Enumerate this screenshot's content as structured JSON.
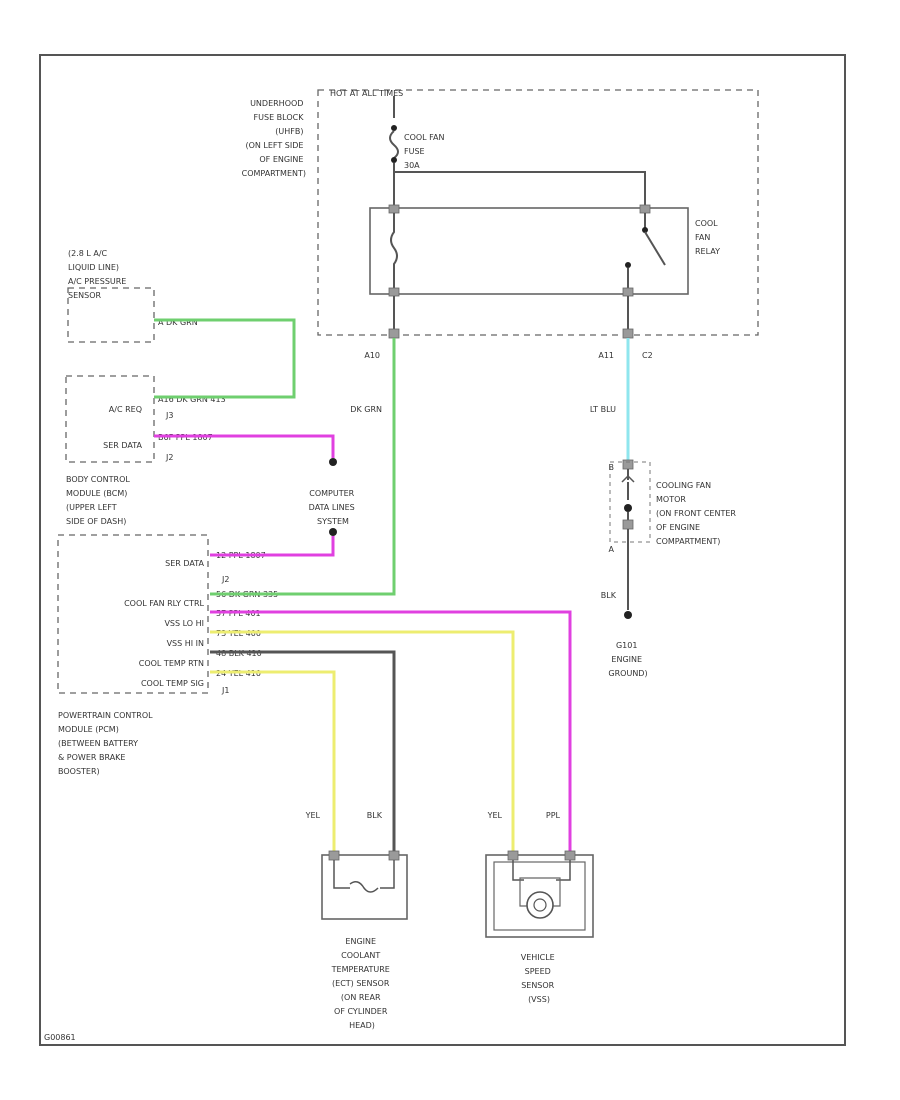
{
  "colors": {
    "green": "#6fcf6f",
    "pink": "#e040e0",
    "yellow": "#eded70",
    "light_blue": "#8fe6ee",
    "gray": "#555555",
    "border": "#555555"
  },
  "fuse_block": {
    "header": "HOT AT ALL TIMES",
    "name": [
      "UNDERHOOD",
      "FUSE BLOCK",
      "(UHFB)",
      "(ON LEFT SIDE",
      "OF ENGINE",
      "COMPARTMENT)"
    ],
    "fuse": [
      "COOL FAN",
      "FUSE",
      "30A"
    ]
  },
  "relay": {
    "name": [
      "COOL",
      "FAN",
      "RELAY"
    ],
    "pin_left": "A10",
    "pin_right": "A11",
    "pin_c": "C2"
  },
  "ac_sensor": {
    "name": [
      "(2.8 L A/C",
      "LIQUID LINE)",
      "A/C PRESSURE",
      "SENSOR"
    ],
    "wire": "A  DK GRN"
  },
  "bcm": {
    "rows": [
      {
        "label": "A/C REQ",
        "wire": "A16  DK GRN  413",
        "conn": "J3"
      },
      {
        "label": "SER DATA",
        "wire": "B6F  PPL  1807",
        "conn": "J2"
      }
    ],
    "name": [
      "BODY CONTROL",
      "MODULE (BCM)",
      "(UPPER LEFT",
      "SIDE OF DASH)"
    ]
  },
  "data_lines": [
    "COMPUTER",
    "DATA LINES",
    "SYSTEM"
  ],
  "pcm": {
    "rows": [
      {
        "label": "SER DATA",
        "wire": "12  PPL  1807"
      },
      {
        "label": "COOL FAN RLY CTRL",
        "wire": "56  DK GRN  335"
      },
      {
        "label": "VSS LO HI",
        "wire": "57  PPL  401"
      },
      {
        "label": "VSS HI IN",
        "wire": "73  YEL  400"
      },
      {
        "label": "COOL TEMP RTN",
        "wire": "48  BLK  410"
      },
      {
        "label": "COOL TEMP SIG",
        "wire": "24  YEL  410"
      }
    ],
    "conn_top": "J2",
    "conn_bottom": "J1",
    "name": [
      "POWERTRAIN CONTROL",
      "MODULE (PCM)",
      "(BETWEEN BATTERY",
      "& POWER BRAKE",
      "BOOSTER)"
    ]
  },
  "wire_labels": {
    "dk_grn": "DK GRN",
    "lt_blu": "LT BLU",
    "blk": "BLK",
    "yel": "YEL",
    "ppl": "PPL"
  },
  "fan_motor": {
    "name": [
      "COOLING FAN",
      "MOTOR",
      "(ON FRONT CENTER",
      "OF ENGINE",
      "COMPARTMENT)"
    ],
    "pin_b": "B",
    "pin_a": "A"
  },
  "ground": [
    "G101",
    "ENGINE",
    "GROUND)"
  ],
  "ect_sensor": {
    "name": [
      "ENGINE",
      "COOLANT",
      "TEMPERATURE",
      "(ECT) SENSOR",
      "(ON REAR",
      "OF CYLINDER",
      "HEAD)"
    ]
  },
  "vss": {
    "name": [
      "VEHICLE",
      "SPEED",
      "SENSOR",
      "(VSS)"
    ]
  },
  "figure_id": "G00861"
}
